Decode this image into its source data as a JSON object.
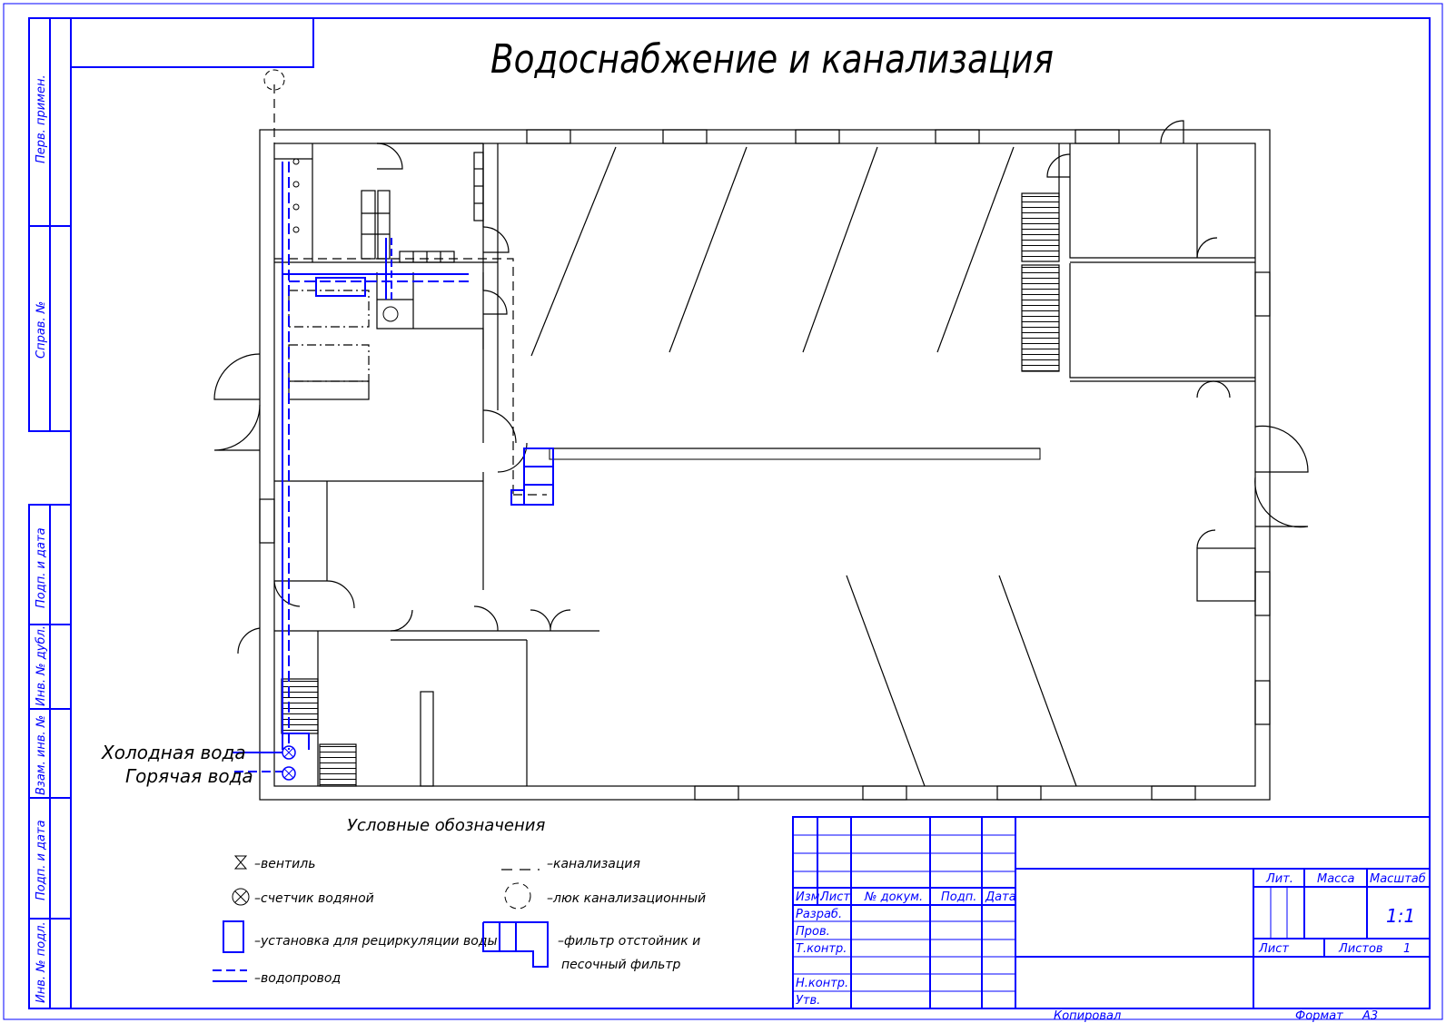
{
  "title": "Водоснабжение и канализация",
  "side_stamps": [
    "Перв. примен.",
    "Справ. №",
    "Подп. и дата",
    "Инв. № дубл.",
    "Взам. инв. №",
    "Подп. и дата",
    "Инв. № подл."
  ],
  "supply": {
    "cold": "Холодная вода",
    "hot": "Горячая вода"
  },
  "legend": {
    "title": "Условные обозначения",
    "valve": "–вентиль",
    "meter": "–счетчик водяной",
    "recirc": "–установка для рециркуляции воды",
    "water": "–водопровод",
    "sewer": "–канализация",
    "hatch": "–люк канализационный",
    "filter1": "–фильтр отстойник и",
    "filter2": "песочный фильтр"
  },
  "stamp": {
    "lit": "Лит.",
    "mass": "Масса",
    "scale": "Масштаб",
    "scale_val": "1:1",
    "sheet": "Лист",
    "sheets": "Листов",
    "sheets_val": "1",
    "izm": "Изм.",
    "list": "Лист",
    "doc": "№ докум.",
    "podp": "Подп.",
    "date": "Дата",
    "razrab": "Разраб.",
    "prov": "Пров.",
    "tkontr": "Т.контр.",
    "nkontr": "Н.контр.",
    "utv": "Утв.",
    "copied": "Копировал",
    "format": "Формат",
    "format_val": "А3"
  },
  "colors": {
    "frame": "#0000ff",
    "lines": "#000000",
    "pipes": "#0000ff"
  }
}
